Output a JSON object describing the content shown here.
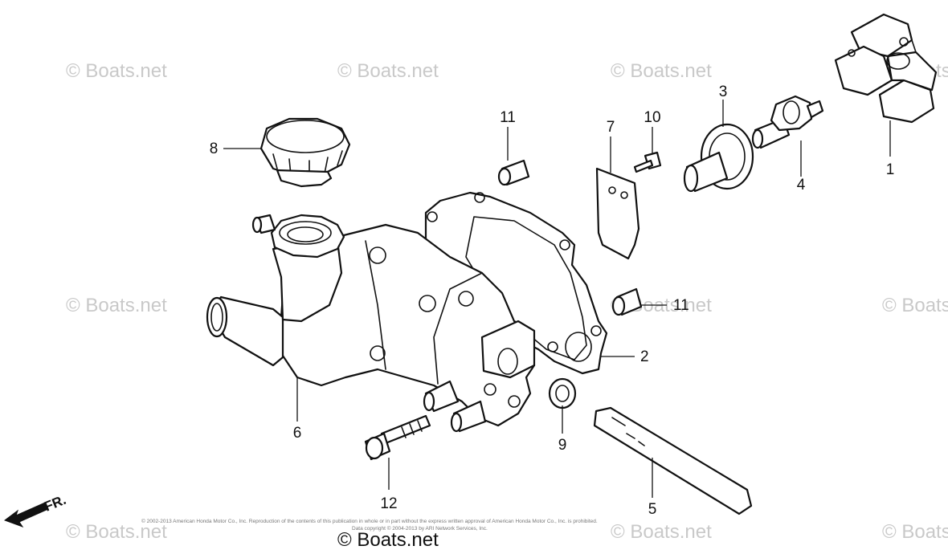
{
  "callouts": [
    {
      "id": "1",
      "text": "1"
    },
    {
      "id": "2",
      "text": "2"
    },
    {
      "id": "3",
      "text": "3"
    },
    {
      "id": "4",
      "text": "4"
    },
    {
      "id": "5",
      "text": "5"
    },
    {
      "id": "6",
      "text": "6"
    },
    {
      "id": "7",
      "text": "7"
    },
    {
      "id": "8",
      "text": "8"
    },
    {
      "id": "9",
      "text": "9"
    },
    {
      "id": "10",
      "text": "10"
    },
    {
      "id": "11a",
      "text": "11"
    },
    {
      "id": "11b",
      "text": "11"
    },
    {
      "id": "12",
      "text": "12"
    }
  ],
  "watermark": "© Boats.net",
  "brand": "© Boats.net",
  "front_indicator": "FR.",
  "copyright_line1": "© 2002-2013 American Honda Motor Co., Inc. Reproduction of the contents of this publication in whole or in part without the express written approval of American Honda Motor Co., Inc. is prohibited.",
  "copyright_line2": "Data copyright © 2004-2013 by ARI Network Services, Inc."
}
